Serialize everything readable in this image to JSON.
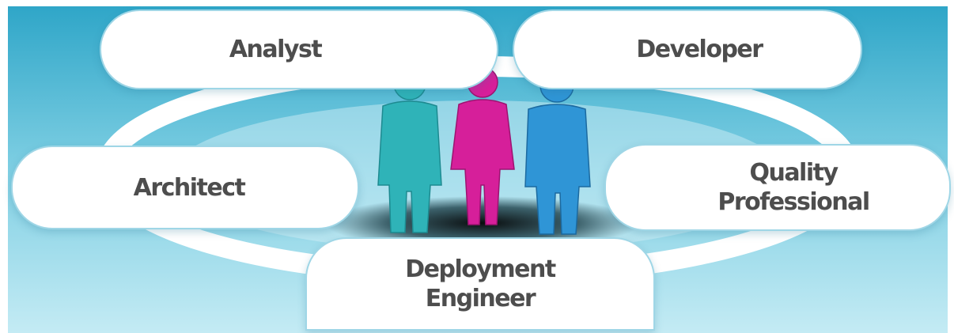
{
  "roles": {
    "analyst": [
      "Analyst"
    ],
    "developer": [
      "Developer"
    ],
    "architect": [
      "Architect"
    ],
    "quality": [
      "Quality",
      "Professional"
    ],
    "deployment": [
      "Deployment",
      "Engineer"
    ]
  },
  "colors": {
    "sky_top": "#2fa6c8",
    "sky_bottom": "#bfe8f2",
    "ring": "#ffffff",
    "pill_border": "#9fd6e6",
    "label_text": "#4d4d4d",
    "figure_teal": "#2fb3b8",
    "figure_magenta": "#d61f9a",
    "figure_blue": "#2f95d6"
  },
  "icons": [
    "person-teal-icon",
    "person-magenta-icon",
    "person-blue-icon"
  ]
}
